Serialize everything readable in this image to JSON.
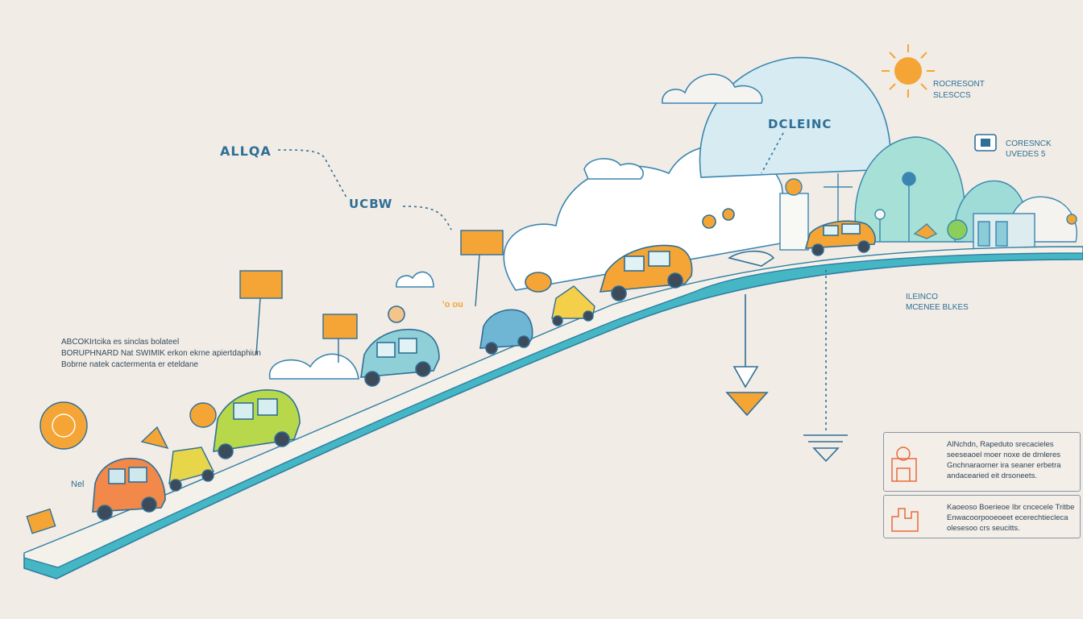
{
  "labels": {
    "top_left": "ALLQA",
    "middle": "UCBW",
    "cloud_title": "DCLEINC",
    "sun_note": [
      "ROCRESONT",
      "SLESCCS"
    ],
    "top_right_note": [
      "CORESNCK",
      "UVEDES 5"
    ],
    "right_mid_note": [
      "ILEINCO",
      "MCENEE BLKES"
    ],
    "small_road": "'o ou",
    "tiny_left": "Nel"
  },
  "left_paragraph": [
    "ABCOKIrtcika es sinclas bolateel",
    "BORUPHNARD Nat SWIMIK erkon ekrne apiertdaphiun",
    "Bobrne natek cactermenta er eteldane"
  ],
  "cards": [
    {
      "lines": [
        "AlNchdn, Rapeduto srecacieles",
        "seeseaoel moer noxe de drnleres",
        "Gnchnaraorner ira seaner erbetra",
        "andacearied eit drsoneets."
      ]
    },
    {
      "lines": [
        "Kaoeoso Boerieoe Ibr cncecele Tritbe",
        "Enwacoorpooeoeet ecerechtiecleca",
        "olesesoo crs seucitts."
      ]
    }
  ],
  "colors": {
    "road_top": "#f4f1ea",
    "road_side": "#44b6c4",
    "accent_orange": "#f4a536",
    "accent_blue": "#2f6f96"
  }
}
